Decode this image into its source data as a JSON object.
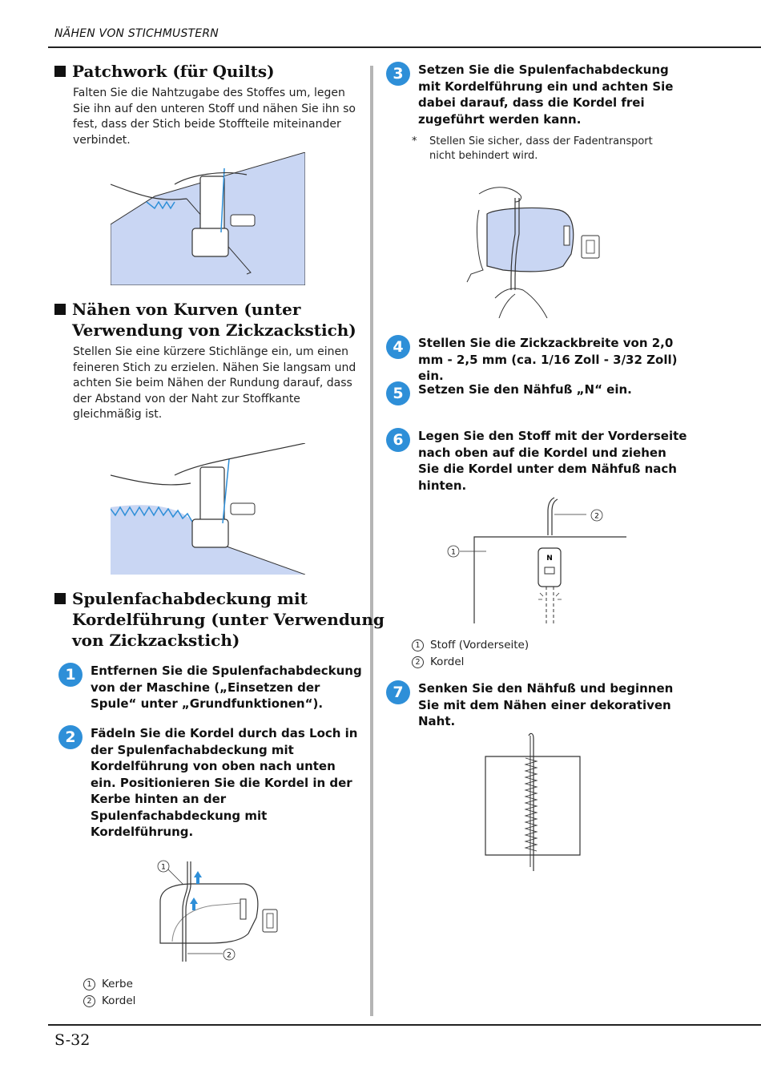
{
  "header": {
    "title": "NÄHEN VON STICHMUSTERN"
  },
  "sections": {
    "patchwork": {
      "title": "Patchwork (für Quilts)",
      "body": "Falten Sie die Nahtzugabe des Stoffes um, legen Sie ihn auf den unteren Stoff und nähen Sie ihn so fest, dass der Stich beide Stoffteile miteinander verbindet."
    },
    "curves": {
      "title_line1": "Nähen von Kurven (unter",
      "title_line2": "Verwendung von Zickzackstich)",
      "body": "Stellen Sie eine kürzere Stichlänge ein, um einen feineren Stich zu erzielen. Nähen Sie langsam und achten Sie beim Nähen der Rundung darauf, dass der Abstand von der Naht zur Stoffkante gleichmäßig ist."
    },
    "cord": {
      "title_line1": "Spulenfachabdeckung mit",
      "title_line2": "Kordelführung (unter Verwendung",
      "title_line3": "von Zickzackstich)"
    }
  },
  "steps": [
    {
      "num": "1",
      "text": "Entfernen Sie die Spulenfachabdeckung von der Maschine („Einsetzen der Spule“ unter „Grundfunktionen“)."
    },
    {
      "num": "2",
      "text": "Fädeln Sie die Kordel durch das Loch in der Spulenfachabdeckung mit Kordelführung von oben nach unten ein. Positionieren Sie die Kordel in der Kerbe hinten an der Spulenfachabdeckung mit Kordelführung."
    },
    {
      "num": "3",
      "text": "Setzen Sie die Spulenfachabdeckung mit Kordelführung ein und achten Sie dabei darauf, dass die Kordel frei zugeführt werden kann."
    },
    {
      "num": "4",
      "text": "Stellen Sie die Zickzackbreite von 2,0 mm - 2,5 mm (ca. 1/16 Zoll - 3/32 Zoll) ein."
    },
    {
      "num": "5",
      "text": "Setzen Sie den Nähfuß „N“ ein."
    },
    {
      "num": "6",
      "text": "Legen Sie den Stoff mit der Vorderseite nach oben auf die Kordel und ziehen Sie die Kordel unter dem Nähfuß nach hinten."
    },
    {
      "num": "7",
      "text": "Senken Sie den Nähfuß und beginnen Sie mit dem Nähen einer dekorativen Naht."
    }
  ],
  "notes": {
    "step3_star": "*",
    "step3": "Stellen Sie sicher, dass der Fadentransport nicht behindert wird."
  },
  "legend_step2": [
    {
      "mark": "1",
      "label": "Kerbe"
    },
    {
      "mark": "2",
      "label": "Kordel"
    }
  ],
  "legend_step6": [
    {
      "mark": "1",
      "label": "Stoff (Vorderseite)"
    },
    {
      "mark": "2",
      "label": "Kordel"
    }
  ],
  "figure_labels": {
    "one": "1",
    "two": "2",
    "foot_letter": "N"
  },
  "footer": {
    "page": "S-32"
  },
  "colors": {
    "accent": "#2e8fd8",
    "fabric": "#c9d6f3"
  }
}
